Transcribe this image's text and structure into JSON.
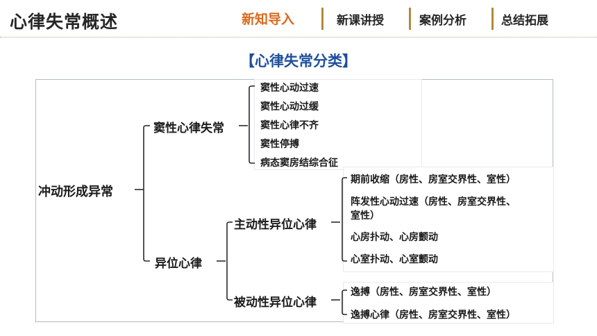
{
  "header": {
    "title": "心律失常概述",
    "nav": [
      "新知导入",
      "新课讲授",
      "案例分析",
      "总结拓展"
    ],
    "active_nav": "新知导入",
    "accent_color": "#d9691c",
    "separator_color": "#b08a3a"
  },
  "section_title": "【心律失常分类】",
  "tree": {
    "root": "冲动形成异常",
    "sinus": {
      "label": "窦性心律失常",
      "items": [
        "窦性心动过速",
        "窦性心动过缓",
        "窦性心律不齐",
        "窦性停搏",
        "病态窦房结综合征"
      ]
    },
    "ectopic": {
      "label": "异位心律",
      "active": {
        "label": "主动性异位心律",
        "items": [
          "期前收缩（房性、房室交界性、室性）",
          "阵发性心动过速（房性、房室交界性、",
          "室性）",
          "心房扑动、心房颤动",
          "心室扑动、心室颤动"
        ]
      },
      "passive": {
        "label": "被动性异位心律",
        "items": [
          "逸搏（房性、房室交界性、室性）",
          "逸搏心律（房性、房室交界性、室性）"
        ]
      }
    }
  }
}
